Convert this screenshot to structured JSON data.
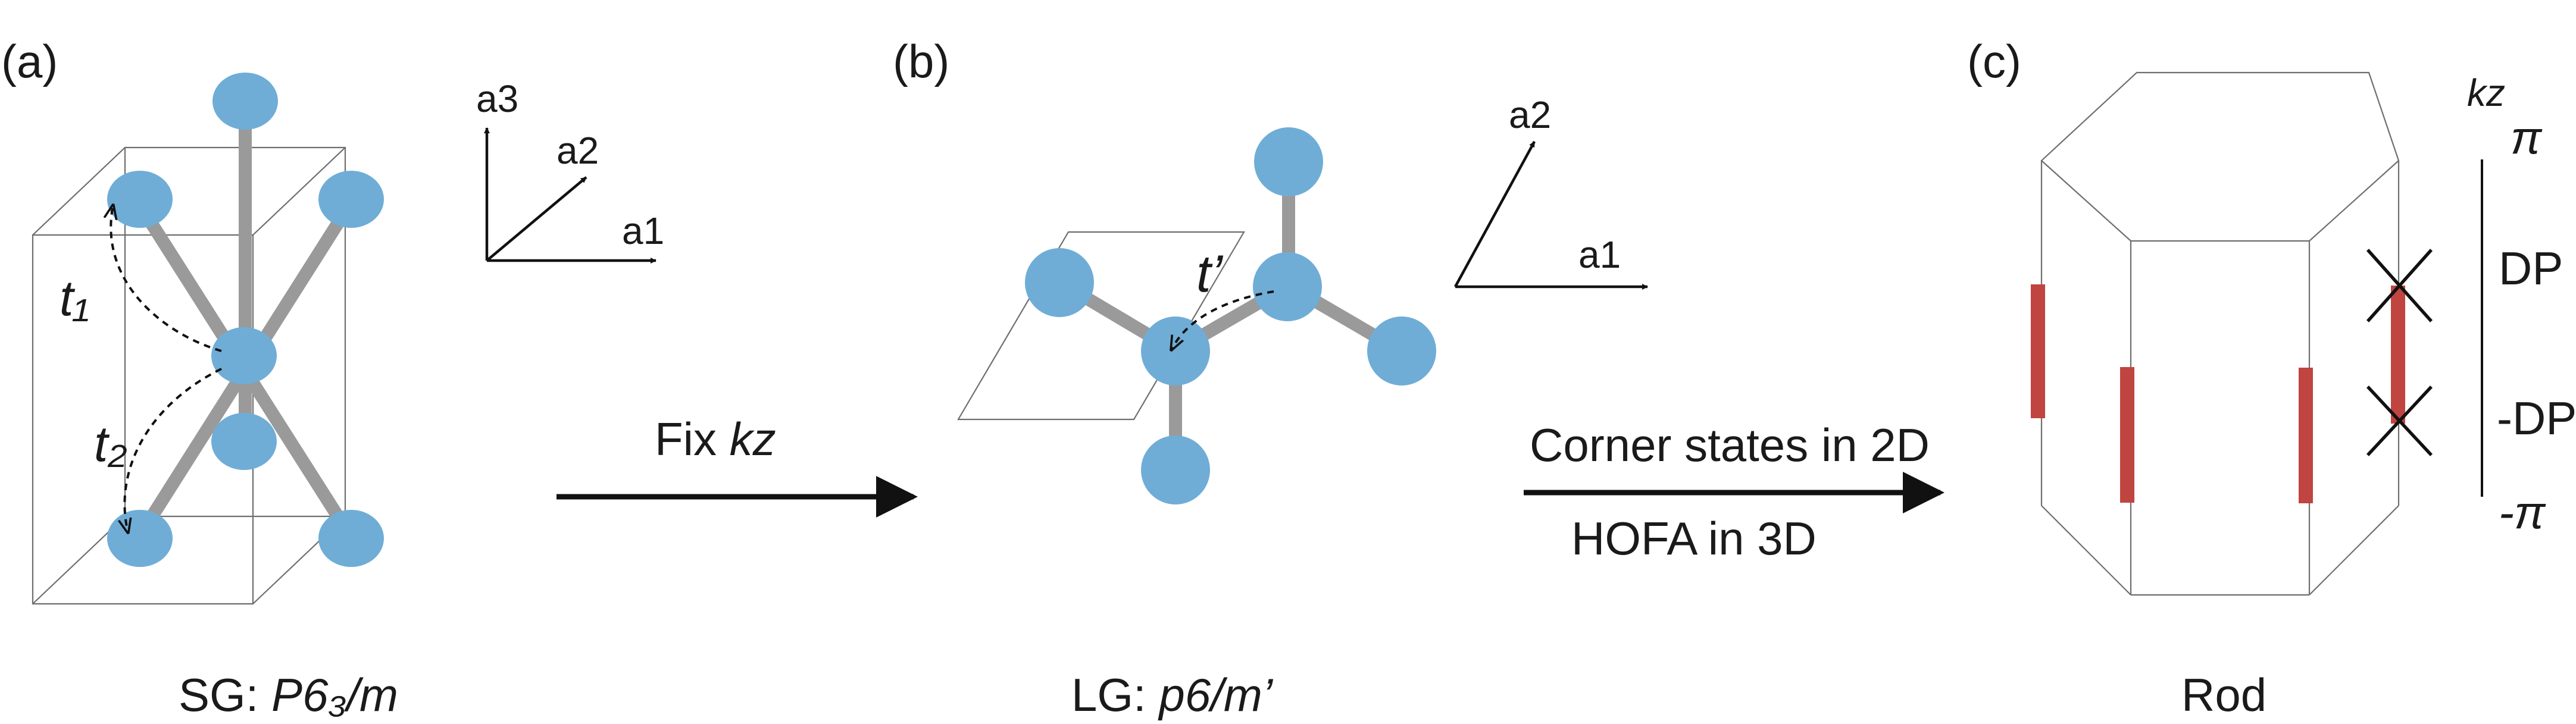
{
  "panels": {
    "a": {
      "label": "(a)",
      "axes": {
        "a3": "a3",
        "a2": "a2",
        "a1": "a1"
      },
      "hop1": "t₁",
      "hop2": "t₂",
      "caption_prefix": "SG: ",
      "caption_group": "P6₃/m"
    },
    "b": {
      "label": "(b)",
      "axes": {
        "a2": "a2",
        "a1": "a1"
      },
      "hop": "t’",
      "caption_prefix": "LG: ",
      "caption_group": "p6/m’"
    },
    "c": {
      "label": "(c)",
      "kz_label": "kz",
      "ticks": [
        "π",
        "DP",
        "-DP",
        "-π"
      ],
      "caption": "Rod"
    }
  },
  "arrows": {
    "fix": {
      "prefix": "Fix ",
      "var": "kz"
    },
    "corner": {
      "line1": "Corner states in 2D",
      "line2": "HOFA in 3D"
    }
  },
  "colors": {
    "atom": "#6fadd7",
    "bond": "#9a9a9a",
    "edge_state": "#c0443f"
  }
}
